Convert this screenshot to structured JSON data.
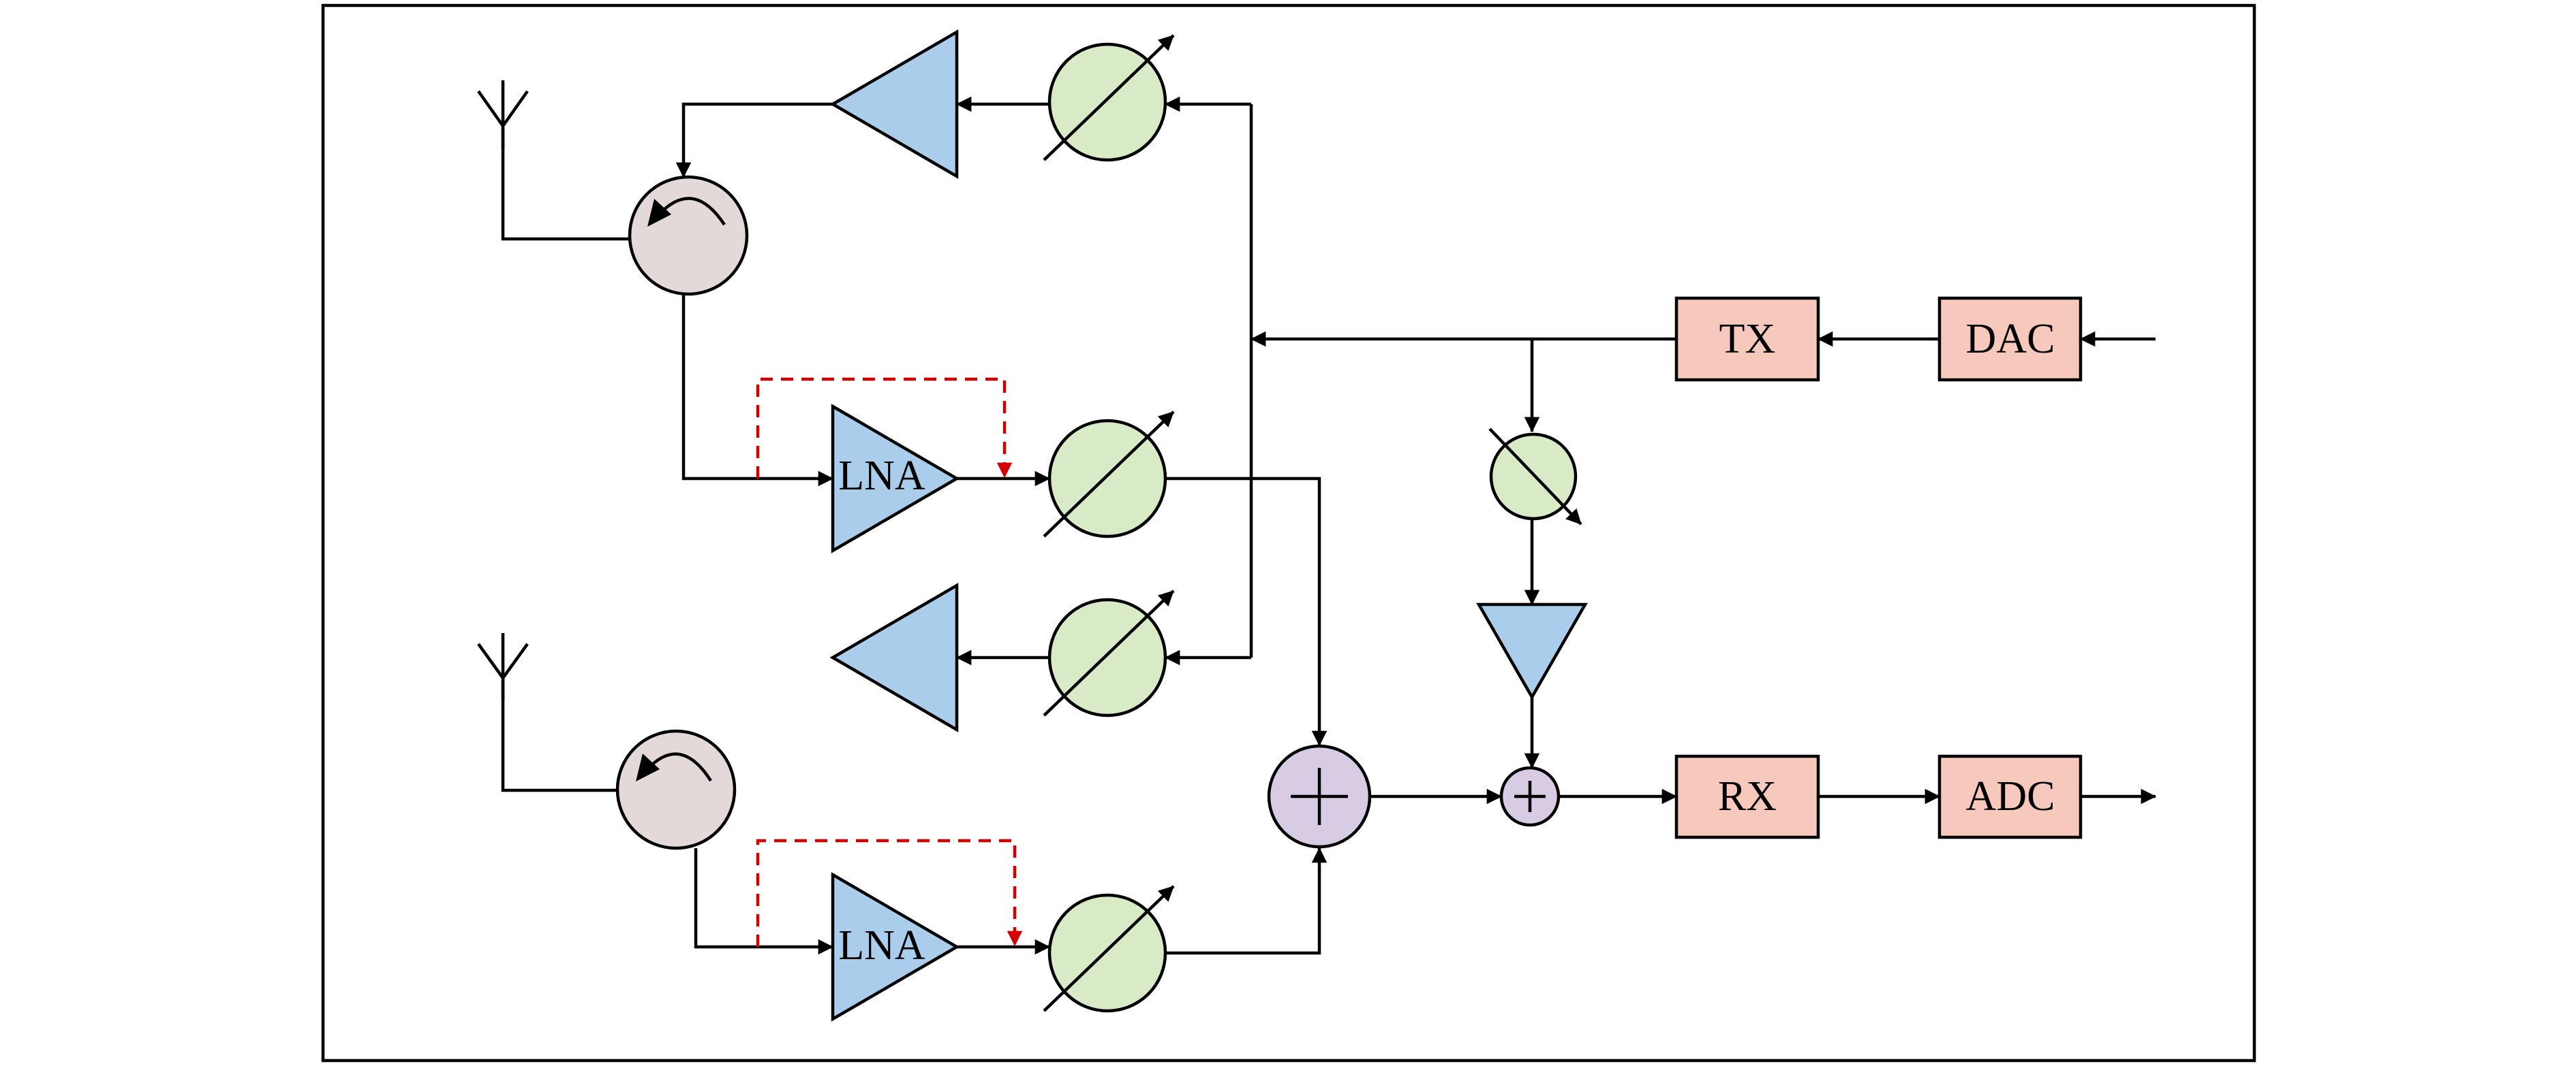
{
  "colors": {
    "amplifier": "#a9cdea",
    "phase_shifter": "#d9eac6",
    "circulator": "#e2d9d8",
    "combiner": "#d8cce4",
    "block": "#f7c9bd",
    "coupling_path": "#d40000",
    "line": "#000000"
  },
  "blocks": {
    "tx": "TX",
    "dac": "DAC",
    "rx": "RX",
    "adc": "ADC"
  },
  "amplifiers": {
    "lna_top": "LNA",
    "lna_bottom": "LNA"
  }
}
